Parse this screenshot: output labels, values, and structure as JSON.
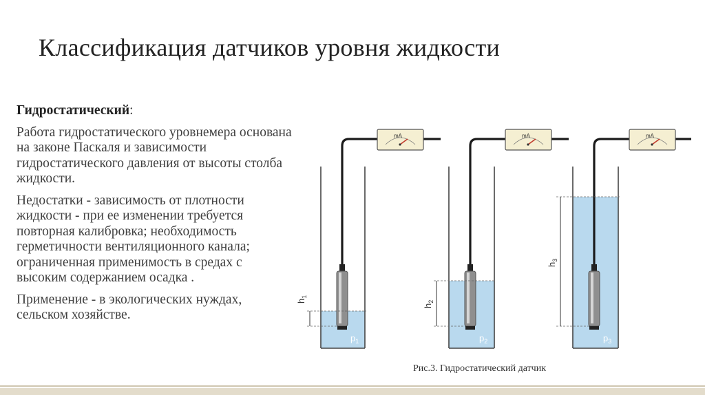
{
  "title": "Классификация датчиков уровня жидкости",
  "text": {
    "heading_label": "Гидростатический",
    "heading_colon": ":",
    "para1": "Работа гидростатического уровнемера основана на законе Паскаля и зависимости гидростатического давления от высоты столба жидкости.",
    "para2": "Недостатки - зависимость от плотности жидкости - при ее изменении требуется повторная калибровка; необходимость герметичности вентиляционного канала; ограниченная применимость в средах с высоким содержанием осадка .",
    "para3": "Применение - в экологических нуждах, сельском хозяйстве."
  },
  "diagram": {
    "meter_unit": "mA",
    "panels": [
      {
        "height_label": "h",
        "height_sub": "1",
        "pressure_label": "p",
        "pressure_sub": "1"
      },
      {
        "height_label": "h",
        "height_sub": "2",
        "pressure_label": "p",
        "pressure_sub": "2"
      },
      {
        "height_label": "h",
        "height_sub": "3",
        "pressure_label": "p",
        "pressure_sub": "3"
      }
    ],
    "caption": "Рис.3. Гидростатический датчик"
  },
  "colors": {
    "water": "#b9d9ee",
    "cable": "#1a1a1a",
    "meter_face": "#f5efd2",
    "needle": "#c0392b",
    "bottom_bar": "#e3dccb"
  }
}
